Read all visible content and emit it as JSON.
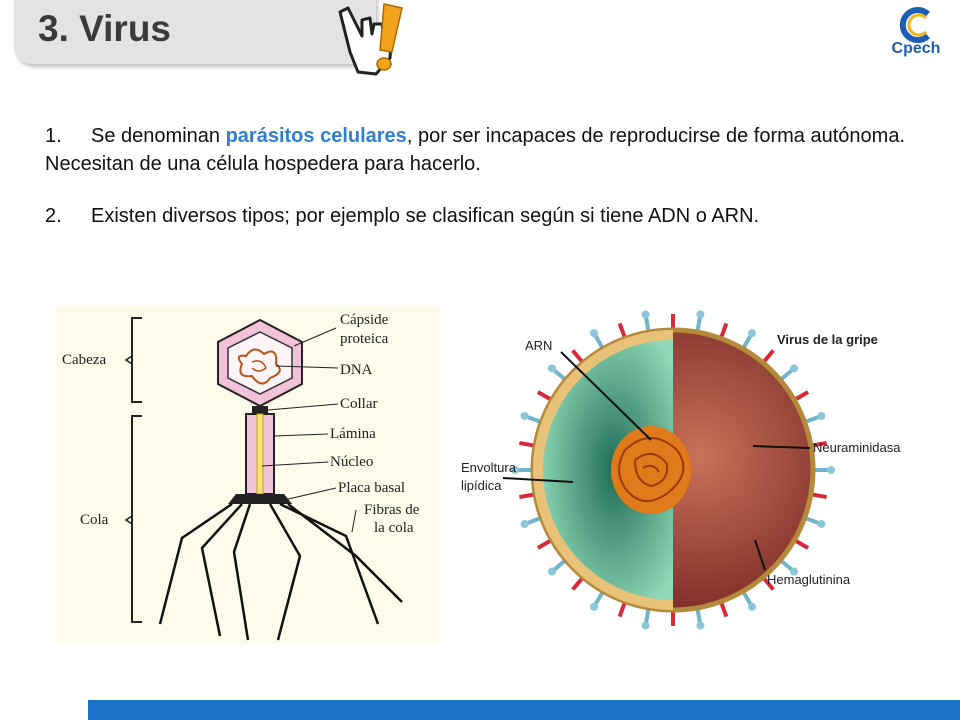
{
  "header": {
    "title": "3. Virus",
    "logo_text": "Cpech",
    "brand_color": "#1b5fb4"
  },
  "content": {
    "item1": {
      "number": "1.",
      "before": "Se denominan ",
      "highlight": "parásitos celulares",
      "after": ", por ser incapaces de reproducirse de forma autónoma. Necesitan de una célula hospedera para hacerlo."
    },
    "item2": {
      "number": "2.",
      "text": "Existen diversos tipos; por ejemplo se clasifican según si tiene  ADN o ARN."
    },
    "highlight_color": "#2f7fd0"
  },
  "figure_bacteriophage": {
    "group_cabeza": "Cabeza",
    "group_cola": "Cola",
    "label_capside_1": "Cápside",
    "label_capside_2": "proteica",
    "label_dna": "DNA",
    "label_collar": "Collar",
    "label_lamina": "Lámina",
    "label_nucleo": "Núcleo",
    "label_placa": "Placa basal",
    "label_fibras_1": "Fibras de",
    "label_fibras_2": "la cola"
  },
  "figure_influenza": {
    "title": "Virus de la gripe",
    "label_arn": "ARN",
    "label_envoltura_1": "Envoltura",
    "label_envoltura_2": "lipídica",
    "label_neuraminidasa": "Neuraminidasa",
    "label_hemaglutinina": "Hemaglutinina"
  },
  "footer": {
    "bar_color": "#1b73c9"
  }
}
